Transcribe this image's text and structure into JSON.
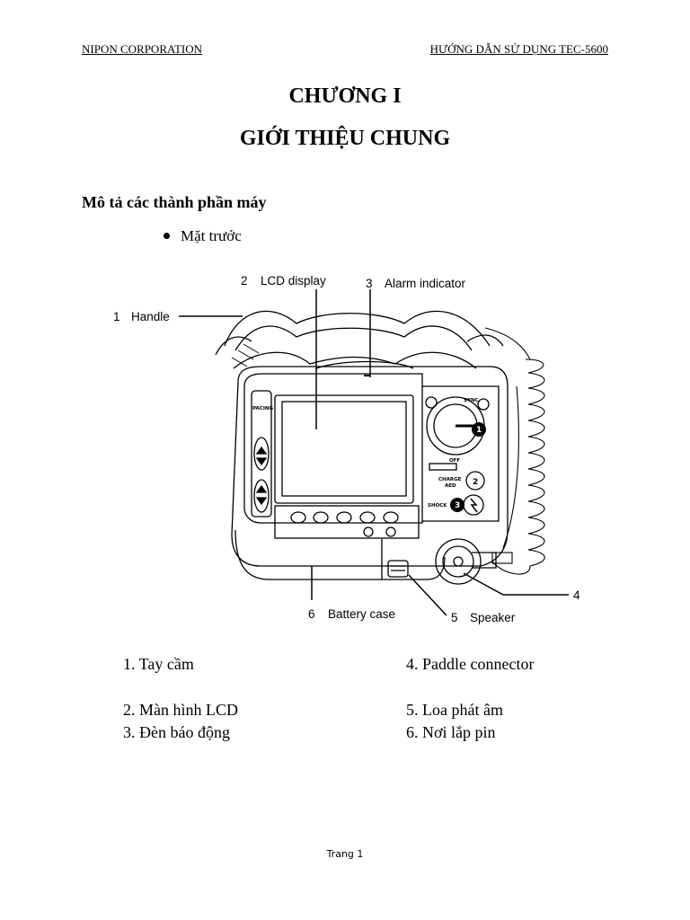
{
  "header": {
    "left": "NIPON CORPORATION",
    "right": "HƯỚNG DẪN SỬ DỤNG TEC-5600"
  },
  "title": {
    "line1": "CHƯƠNG I",
    "line2": "GIỚI THIỆU CHUNG"
  },
  "section_heading": "Mô tả các thành phần máy",
  "bullet": "Mặt trước",
  "diagram": {
    "callouts": [
      {
        "num": "1",
        "label": "Handle"
      },
      {
        "num": "2",
        "label": "LCD display"
      },
      {
        "num": "3",
        "label": "Alarm indicator"
      },
      {
        "num": "4",
        "label": ""
      },
      {
        "num": "5",
        "label": "Speaker"
      },
      {
        "num": "6",
        "label": "Battery case"
      }
    ],
    "panel_labels": {
      "pacing": "PACING",
      "sync": "SYNC",
      "charge": "CHARGE",
      "aed": "AED",
      "shock": "SHOCK",
      "off": "OFF",
      "step1": "1",
      "step2": "2",
      "step3": "3"
    }
  },
  "legend": [
    "1.  Tay cầm",
    "2.  Màn hình LCD",
    "3.  Đèn báo động",
    "4. Paddle connector",
    "5. Loa phát âm",
    "6. Nơi lắp pin"
  ],
  "footer": "Trang 1"
}
